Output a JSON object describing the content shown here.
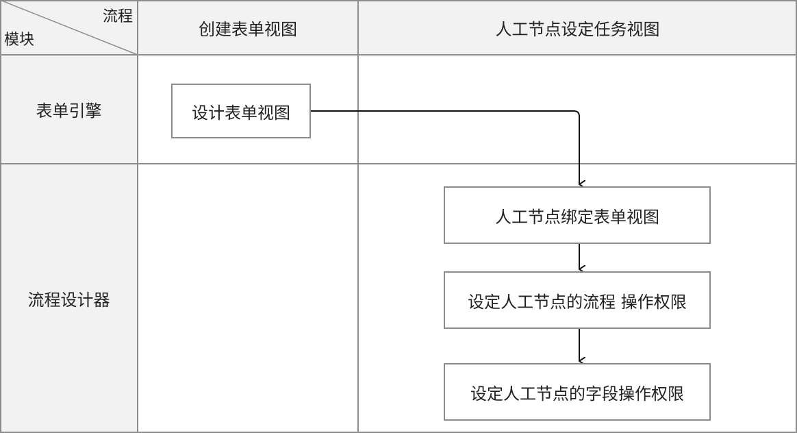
{
  "corner": {
    "top_label": "流程",
    "bottom_label": "模块"
  },
  "columns": [
    "创建表单视图",
    "人工节点设定任务视图"
  ],
  "rows": [
    "表单引擎",
    "流程设计器"
  ],
  "nodes": {
    "design_form_view": "设计表单视图",
    "bind_form_view": "人工节点绑定表单视图",
    "set_flow_permission": "设定人工节点的流程 操作权限",
    "set_field_permission": "设定人工节点的字段操作权限"
  },
  "colors": {
    "grid_line": "#8c8c8c",
    "header_bg": "#f2f2f2",
    "connector": "#111111"
  }
}
